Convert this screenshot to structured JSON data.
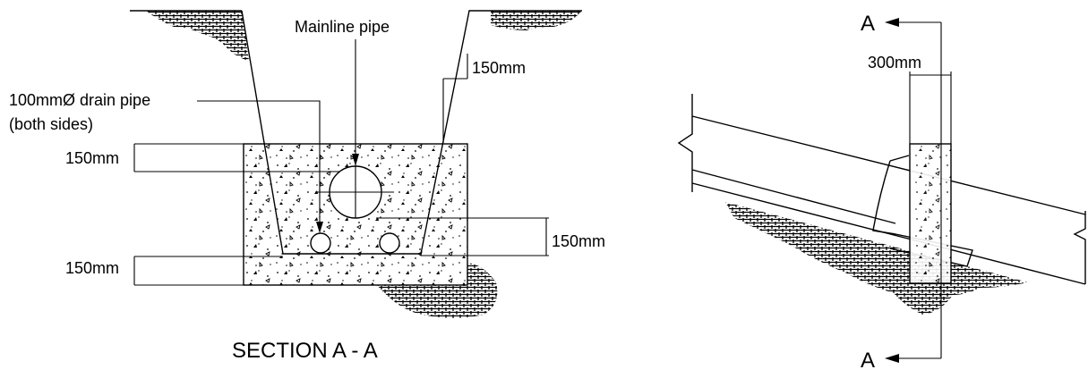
{
  "section_view": {
    "label_mainline": "Mainline pipe",
    "label_drain_line1": "100mmØ drain pipe",
    "label_drain_line2": "(both sides)",
    "dim_trench_wall": "150mm",
    "dim_top_cover": "150mm",
    "dim_bottom": "150mm",
    "dim_right_side": "150mm",
    "title": "SECTION  A - A"
  },
  "elevation_view": {
    "dim_width": "300mm",
    "cut_label_top": "A",
    "cut_label_bottom": "A"
  }
}
